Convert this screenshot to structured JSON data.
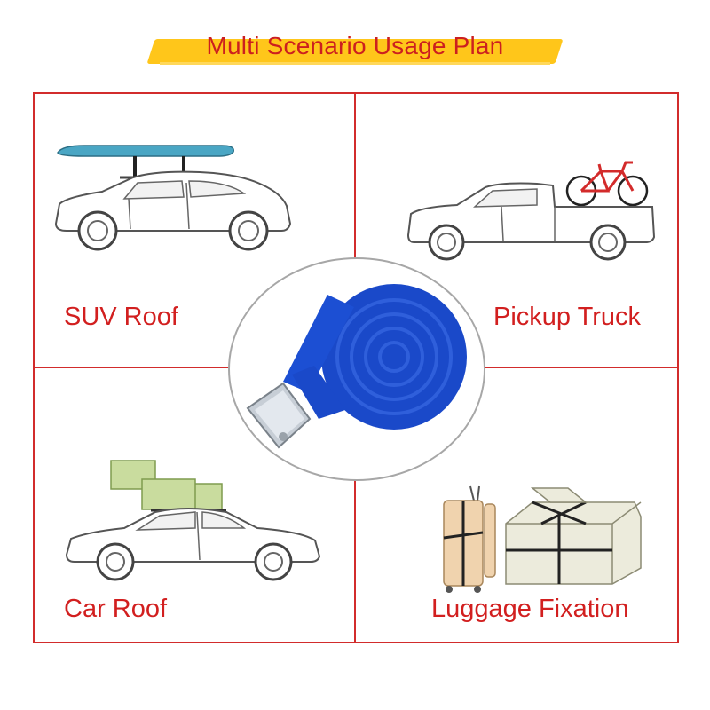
{
  "title": "Multi Scenario Usage Plan",
  "scenarios": [
    {
      "label": "SUV Roof",
      "icon": "suv-with-paddleboard-icon"
    },
    {
      "label": "Pickup Truck",
      "icon": "pickup-truck-with-bicycle-icon"
    },
    {
      "label": "Car Roof",
      "icon": "car-with-roof-boxes-icon"
    },
    {
      "label": "Luggage Fixation",
      "icon": "strapped-luggage-icon"
    }
  ],
  "product": {
    "icon": "blue-cam-buckle-strap-icon"
  },
  "colors": {
    "frame": "#d22c2c",
    "label_text": "#d21f1f",
    "title_highlight": "#ffc61a",
    "strap": "#1a49c9",
    "box_fill": "#c9dc9e",
    "luggage_fill": "#f0d3ae"
  }
}
